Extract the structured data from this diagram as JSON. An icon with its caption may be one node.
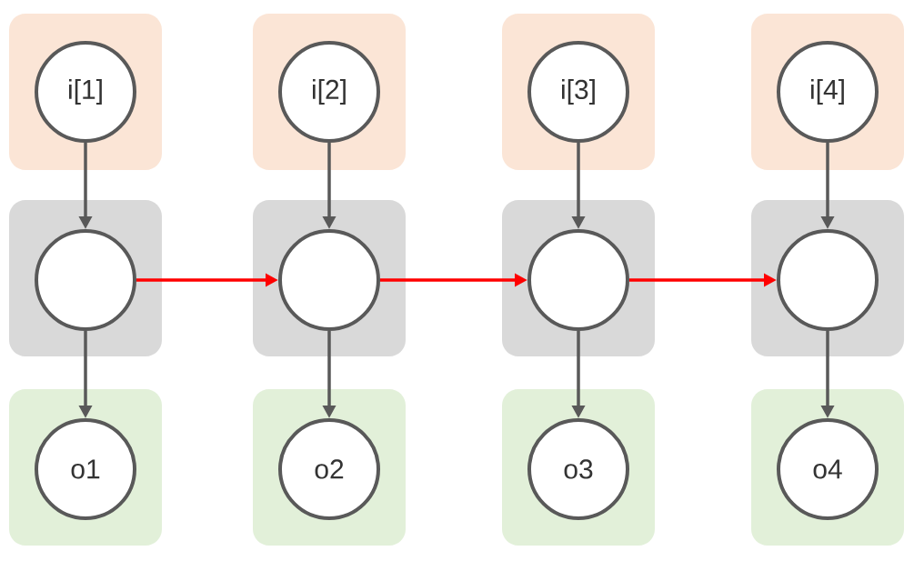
{
  "diagram": {
    "nodes": [
      {
        "text": [],
        "shape": "box"
      },
      {
        "text": [
          "i[1]"
        ],
        "in": 0
      },
      {
        "text": [],
        "shape": "box"
      },
      {
        "text": [
          "i[2]"
        ],
        "in": 2
      },
      {
        "text": [],
        "shape": "box"
      },
      {
        "text": [
          "i[3]"
        ],
        "in": 4
      },
      {
        "text": [],
        "shape": "box"
      },
      {
        "text": [
          "i[4]"
        ],
        "in": 6
      },
      {
        "text": [],
        "shape": "box"
      },
      {
        "text": [],
        "shape": "circle",
        "in": 8
      },
      {
        "text": [],
        "shape": "box"
      },
      {
        "text": [],
        "shape": "circle",
        "in": 10
      },
      {
        "text": [],
        "shape": "box"
      },
      {
        "text": [],
        "shape": "circle",
        "in": 12
      },
      {
        "text": [],
        "shape": "box"
      },
      {
        "text": [],
        "shape": "circle",
        "in": 14
      },
      {
        "text": [],
        "shape": "box"
      },
      {
        "text": [
          "o1"
        ],
        "in": 16
      },
      {
        "text": [],
        "shape": "box"
      },
      {
        "text": [
          "o2"
        ],
        "in": 18
      },
      {
        "text": [],
        "shape": "box"
      },
      {
        "text": [
          "o3"
        ],
        "in": 20
      },
      {
        "text": [],
        "shape": "box"
      },
      {
        "text": [
          "o4"
        ],
        "in": 22
      }
    ],
    "edges": [
      {
        "from": 1,
        "to": 9,
        "arrow": "to"
      },
      {
        "from": 3,
        "to": 11,
        "arrow": "to"
      },
      {
        "from": 5,
        "to": 13,
        "arrow": "to"
      },
      {
        "from": 7,
        "to": 15,
        "arrow": "to"
      },
      {
        "from": 9,
        "to": 17,
        "arrow": "to"
      },
      {
        "from": 11,
        "to": 19,
        "arrow": "to"
      },
      {
        "from": 13,
        "to": 21,
        "arrow": "to"
      },
      {
        "from": 15,
        "to": 23,
        "arrow": "to"
      },
      {
        "from": 9,
        "to": 11,
        "arrow": "to",
        "color": "#ff0000"
      },
      {
        "from": 11,
        "to": 13,
        "arrow": "to",
        "color": "#ff0000"
      },
      {
        "from": 13,
        "to": 15,
        "arrow": "to",
        "color": "#ff0000"
      }
    ]
  }
}
